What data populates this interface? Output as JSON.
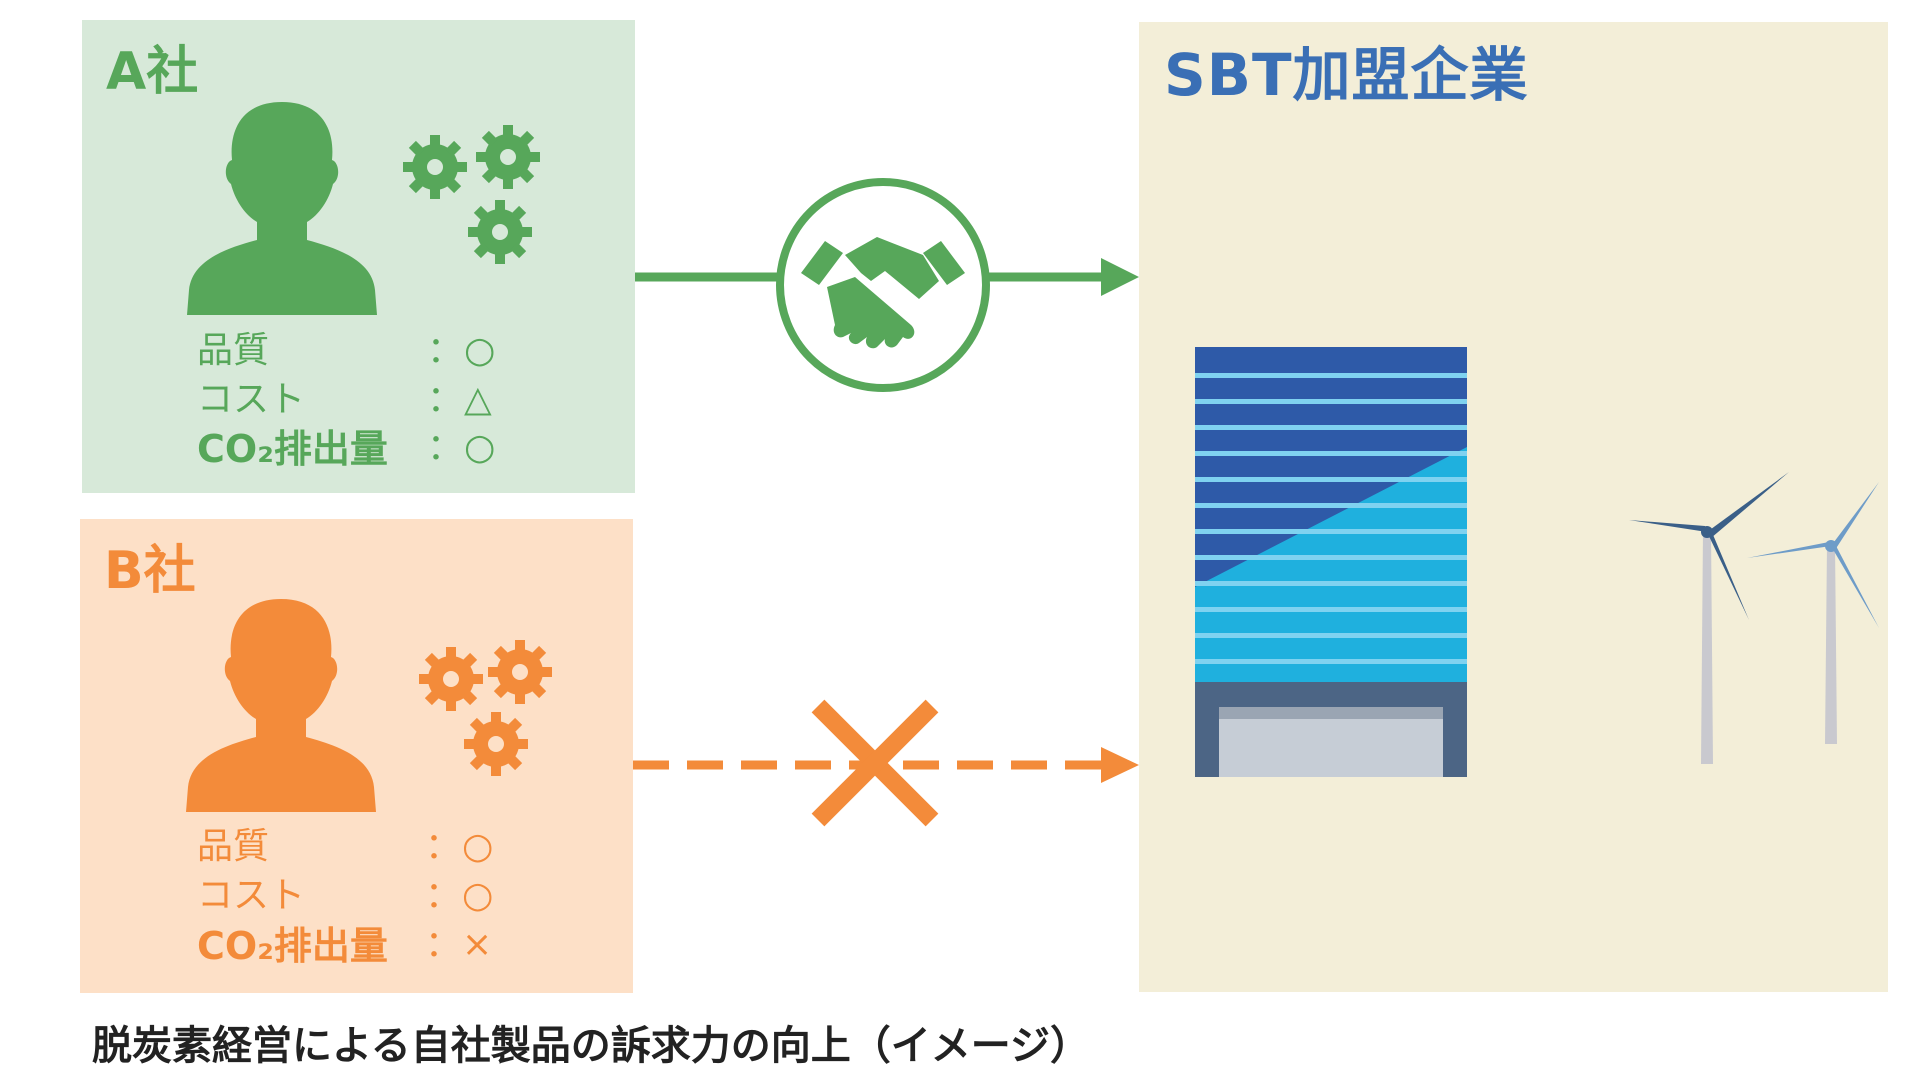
{
  "panel_a": {
    "title": "A社",
    "rows": [
      {
        "label": "品質",
        "sep": "：",
        "value": "○"
      },
      {
        "label": "コスト",
        "sep": "：",
        "value": "△"
      },
      {
        "label": "CO₂排出量",
        "sep": "：",
        "value": "○"
      }
    ],
    "color": "#57a75a",
    "background": "#d7e9d9"
  },
  "panel_b": {
    "title": "B社",
    "rows": [
      {
        "label": "品質",
        "sep": "：",
        "value": "○"
      },
      {
        "label": "コスト",
        "sep": "：",
        "value": "○"
      },
      {
        "label": "CO₂排出量",
        "sep": "：",
        "value": "×"
      }
    ],
    "color": "#f38b3a",
    "background": "#fde0c7"
  },
  "sbt": {
    "title": "SBT加盟企業",
    "color": "#3a6fb5",
    "background": "#f3eed8"
  },
  "caption": "脱炭素経営による自社製品の訴求力の向上（イメージ）",
  "icons": [
    "person-icon",
    "gears-icon",
    "handshake-icon",
    "building-icon",
    "wind-turbine-icon",
    "cross-mark-icon"
  ]
}
